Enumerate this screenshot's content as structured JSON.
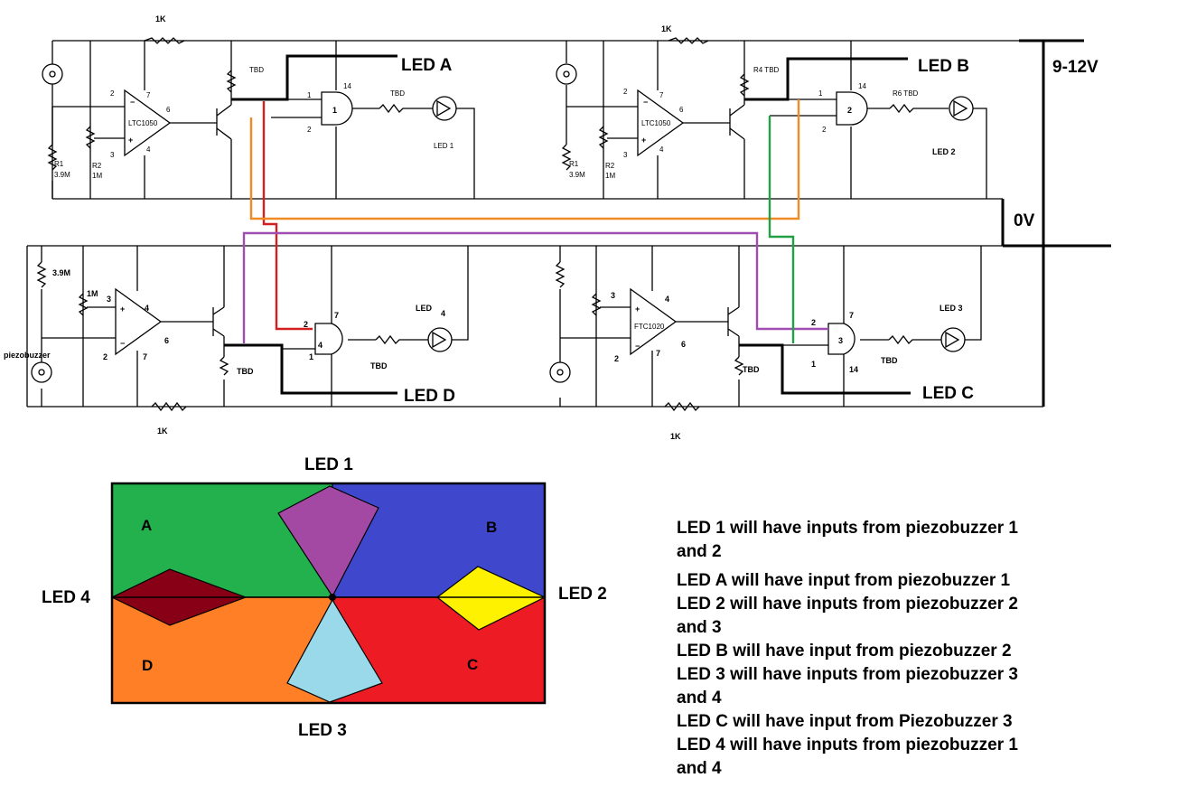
{
  "circuit": {
    "supply_label": "9-12V",
    "ground_label": "0V",
    "resistor_1k": "1K",
    "tbd": "TBD",
    "opamp_a": "LTC1050",
    "opamp_b": "LTC1050",
    "opamp_c": "FTC1020",
    "r1": "R1",
    "r1_value": "3.9M",
    "r2": "R2",
    "r2_value": "1M",
    "r4_tbd": "R4 TBD",
    "r6_tbd": "R6 TBD",
    "r_39m": "3.9M",
    "r_1m": "1M",
    "piezo_label": "piezobuzzer",
    "led_a": "LED A",
    "led_b": "LED B",
    "led_c": "LED C",
    "led_d": "LED D",
    "led_1": "LED 1",
    "led_2": "LED 2",
    "led_3": "LED 3",
    "led_4": "LED",
    "led_4_num": "4",
    "gate_1": "1",
    "gate_2": "2",
    "gate_3": "3",
    "gate_4": "4",
    "pins": {
      "p1": "1",
      "p2": "2",
      "p3": "3",
      "p4": "4",
      "p6": "6",
      "p7": "7",
      "p14": "14"
    }
  },
  "map": {
    "title_top": "LED 1",
    "title_bottom": "LED 3",
    "title_left": "LED 4",
    "title_right": "LED 2",
    "region_a": "A",
    "region_b": "B",
    "region_c": "C",
    "region_d": "D",
    "colors": {
      "a": "#22b14c",
      "b": "#3f48cc",
      "c": "#ed1c24",
      "d": "#ff7f27",
      "led1": "#a349a4",
      "led2": "#fff200",
      "led3": "#99d9ea",
      "led4": "#880015"
    }
  },
  "wire_colors": {
    "red": "#d21f1f",
    "orange": "#f08a24",
    "purple": "#a04cb0",
    "green": "#22a046"
  },
  "notes": [
    "LED 1 will have inputs from piezobuzzer 1",
    "and 2",
    "LED A will have input from piezobuzzer 1",
    "LED 2 will have inputs from piezobuzzer 2",
    "and 3",
    "LED B will have input from piezobuzzer 2",
    "LED 3 will have inputs from piezobuzzer 3",
    "and 4",
    "LED C will have input from Piezobuzzer 3",
    "LED 4 will have inputs from piezobuzzer 1",
    "and 4"
  ]
}
